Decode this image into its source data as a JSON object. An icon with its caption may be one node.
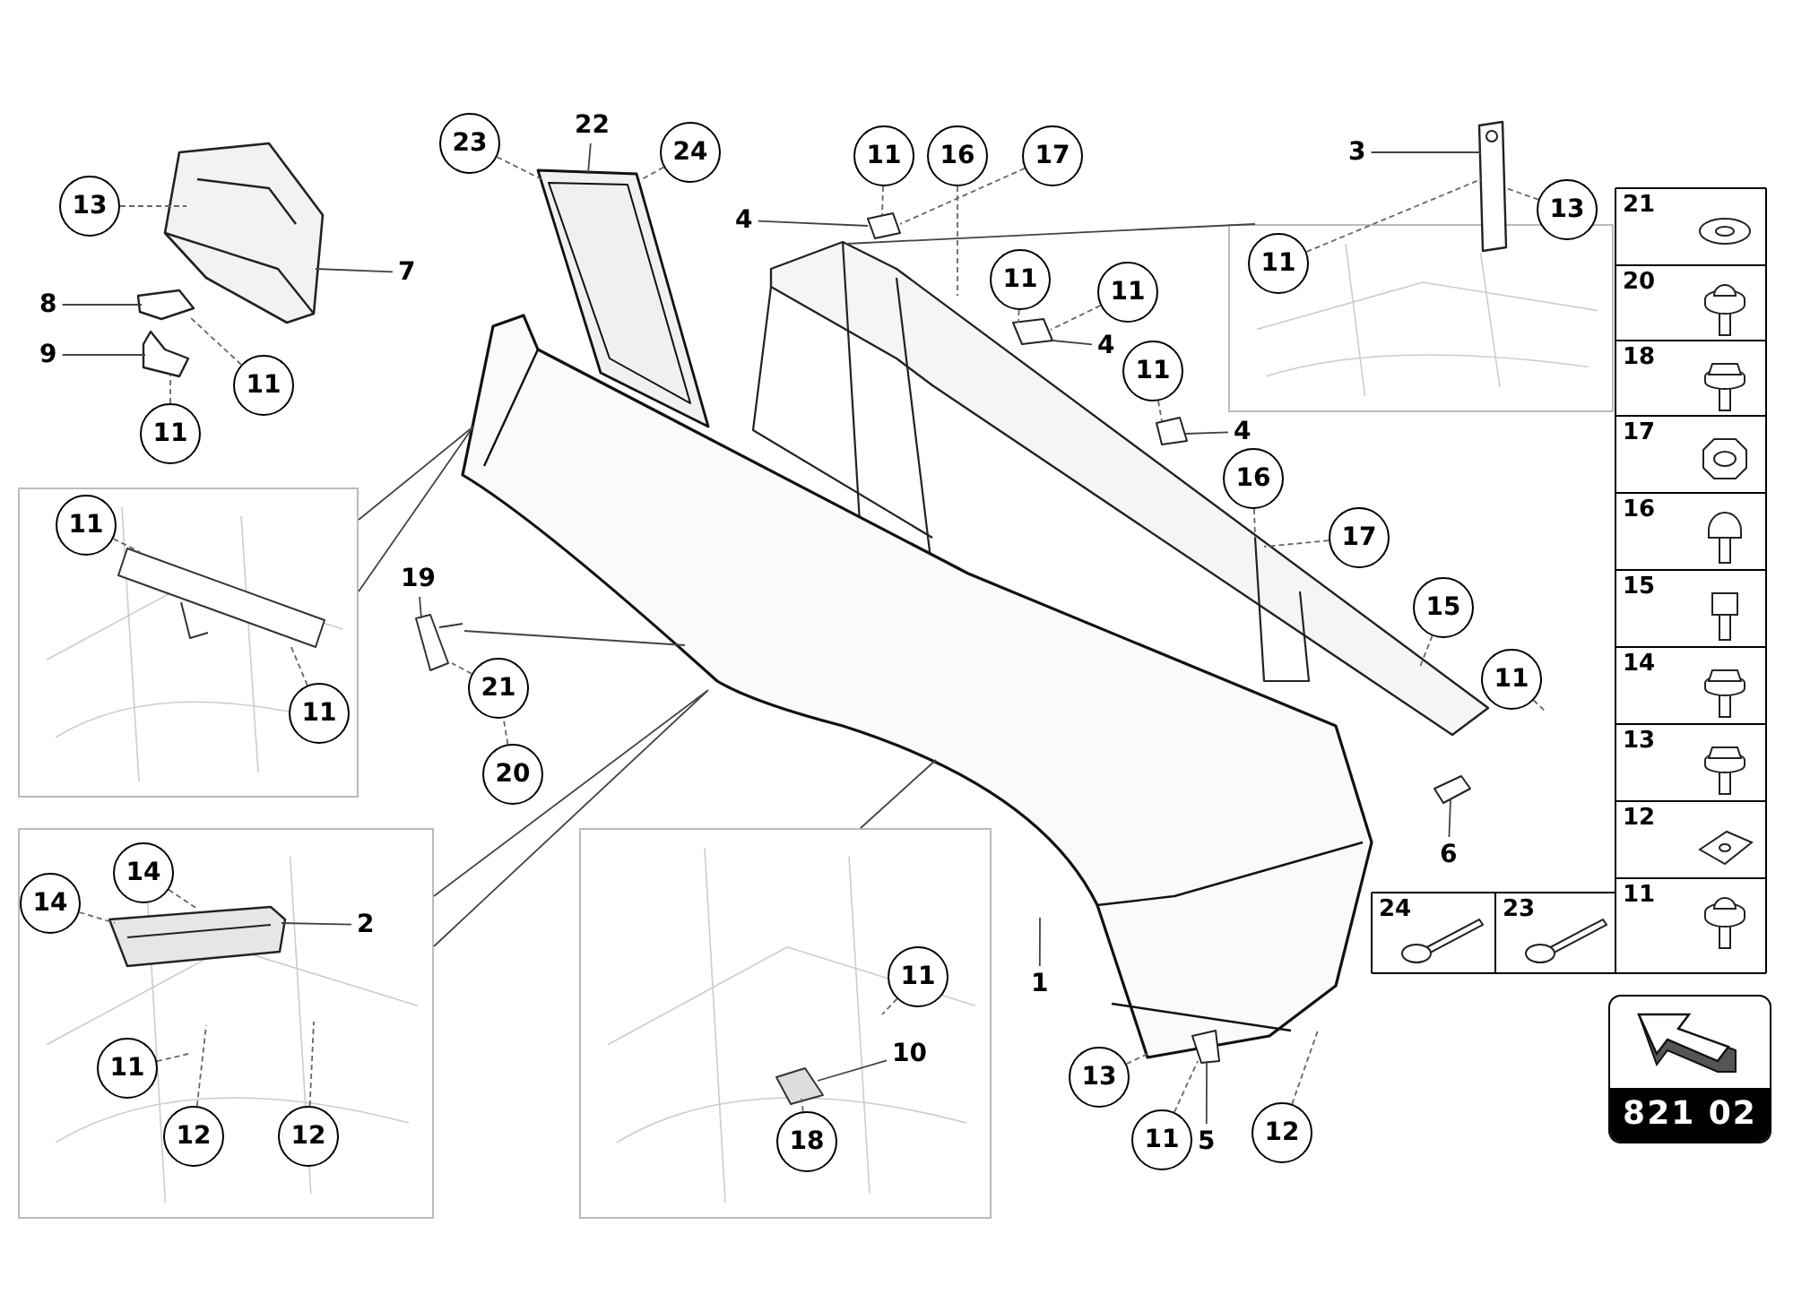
{
  "diagram": {
    "nodes": [
      {
        "text": [
          "13"
        ]
      },
      {
        "text": [
          "7"
        ]
      },
      {
        "text": [
          "8"
        ]
      },
      {
        "text": [
          "9"
        ]
      },
      {
        "text": [
          "11"
        ]
      },
      {
        "text": [
          "11"
        ]
      },
      {
        "text": [
          "23"
        ]
      },
      {
        "text": [
          "22"
        ]
      },
      {
        "text": [
          "24"
        ]
      },
      {
        "text": [
          "11"
        ]
      },
      {
        "text": [
          "16"
        ]
      },
      {
        "text": [
          "17"
        ]
      },
      {
        "text": [
          "4"
        ]
      },
      {
        "text": [
          "11"
        ]
      },
      {
        "text": [
          "11"
        ]
      },
      {
        "text": [
          "4"
        ]
      },
      {
        "text": [
          "11"
        ]
      },
      {
        "text": [
          "4"
        ]
      },
      {
        "text": [
          "16"
        ]
      },
      {
        "text": [
          "17"
        ]
      },
      {
        "text": [
          "3"
        ]
      },
      {
        "text": [
          "13"
        ]
      },
      {
        "text": [
          "11"
        ],
        "in": 55
      },
      {
        "text": [
          "15"
        ]
      },
      {
        "text": [
          "11"
        ]
      },
      {
        "text": [
          "6"
        ]
      },
      {
        "text": [
          "11"
        ],
        "in": 56
      },
      {
        "text": [
          "11"
        ],
        "in": 56
      },
      {
        "text": [
          "19"
        ]
      },
      {
        "text": [
          "21"
        ]
      },
      {
        "text": [
          "20"
        ]
      },
      {
        "text": [
          "14"
        ],
        "in": 59
      },
      {
        "text": [
          "14"
        ],
        "in": 59
      },
      {
        "text": [
          "2"
        ],
        "in": 59
      },
      {
        "text": [
          "11"
        ],
        "in": 59
      },
      {
        "text": [
          "12"
        ],
        "in": 59
      },
      {
        "text": [
          "12"
        ],
        "in": 59
      },
      {
        "text": [
          "11"
        ],
        "in": 61
      },
      {
        "text": [
          "10"
        ],
        "in": 61
      },
      {
        "text": [
          "18"
        ],
        "in": 61
      },
      {
        "text": [
          "1"
        ]
      },
      {
        "text": [
          "13"
        ]
      },
      {
        "text": [
          "11"
        ]
      },
      {
        "text": [
          "5"
        ]
      },
      {
        "text": [
          "12"
        ]
      },
      {
        "text": [],
        "shape": "picture"
      },
      {
        "text": [],
        "shape": "picture"
      },
      {
        "text": [],
        "shape": "picture"
      },
      {
        "text": [],
        "shape": "picture"
      },
      {
        "text": [],
        "shape": "picture"
      },
      {
        "text": [],
        "shape": "picture"
      },
      {
        "text": [],
        "shape": "picture"
      },
      {
        "text": [],
        "shape": "picture"
      },
      {
        "text": [],
        "shape": "picture"
      },
      {
        "text": [],
        "shape": "picture"
      },
      {
        "text": [],
        "shape": "picture"
      },
      {
        "text": [],
        "shape": "picture"
      },
      {
        "text": [],
        "shape": "picture",
        "in": 56
      },
      {
        "text": [],
        "shape": "picture"
      },
      {
        "text": [],
        "shape": "picture"
      },
      {
        "text": [],
        "shape": "picture",
        "in": 59
      },
      {
        "text": [],
        "shape": "picture"
      },
      {
        "text": [],
        "shape": "picture",
        "in": 61
      },
      {
        "text": [],
        "shape": "picture"
      },
      {
        "text": [],
        "shape": "picture"
      }
    ],
    "edges": [
      {
        "from": 0,
        "to": 45,
        "arrow": "none",
        "style": "dashed"
      },
      {
        "from": 1,
        "to": 45,
        "arrow": "none"
      },
      {
        "from": 2,
        "to": 46,
        "arrow": "none"
      },
      {
        "from": 3,
        "to": 47,
        "arrow": "none"
      },
      {
        "from": 4,
        "to": 46,
        "arrow": "none",
        "style": "dashed"
      },
      {
        "from": 5,
        "to": 47,
        "arrow": "none",
        "style": "dashed"
      },
      {
        "from": 6,
        "to": 48,
        "arrow": "none",
        "style": "dashed"
      },
      {
        "from": 7,
        "to": 48,
        "arrow": "none"
      },
      {
        "from": 8,
        "to": 48,
        "arrow": "none",
        "style": "dashed"
      },
      {
        "from": 9,
        "to": 50,
        "arrow": "none",
        "style": "dashed"
      },
      {
        "from": 10,
        "to": 49,
        "arrow": "none",
        "style": "dashed"
      },
      {
        "from": 11,
        "to": 50,
        "arrow": "none",
        "style": "dashed"
      },
      {
        "from": 12,
        "to": 50,
        "arrow": "none"
      },
      {
        "from": 13,
        "to": 51,
        "arrow": "none",
        "style": "dashed"
      },
      {
        "from": 14,
        "to": 51,
        "arrow": "none",
        "style": "dashed"
      },
      {
        "from": 15,
        "to": 51,
        "arrow": "none"
      },
      {
        "from": 16,
        "to": 52,
        "arrow": "none",
        "style": "dashed"
      },
      {
        "from": 17,
        "to": 52,
        "arrow": "none"
      },
      {
        "from": 18,
        "to": 49,
        "arrow": "none",
        "style": "dashed"
      },
      {
        "from": 19,
        "to": 49,
        "arrow": "none",
        "style": "dashed"
      },
      {
        "from": 20,
        "to": 54,
        "arrow": "none"
      },
      {
        "from": 21,
        "to": 54,
        "arrow": "none",
        "style": "dashed"
      },
      {
        "from": 22,
        "to": 54,
        "arrow": "none",
        "style": "dashed"
      },
      {
        "from": 23,
        "to": 49,
        "arrow": "none",
        "style": "dashed"
      },
      {
        "from": 24,
        "to": null,
        "arrow": "none",
        "style": "dashed"
      },
      {
        "from": 25,
        "to": 63,
        "arrow": "none"
      },
      {
        "from": 26,
        "to": 57,
        "arrow": "none",
        "style": "dashed"
      },
      {
        "from": 27,
        "to": 57,
        "arrow": "none",
        "style": "dashed"
      },
      {
        "from": 28,
        "to": 58,
        "arrow": "none"
      },
      {
        "from": 29,
        "to": 58,
        "arrow": "none",
        "style": "dashed"
      },
      {
        "from": 30,
        "to": 29,
        "arrow": "none",
        "style": "dashed"
      },
      {
        "from": 31,
        "to": 60,
        "arrow": "none",
        "style": "dashed"
      },
      {
        "from": 32,
        "to": 60,
        "arrow": "none",
        "style": "dashed"
      },
      {
        "from": 33,
        "to": 60,
        "arrow": "none"
      },
      {
        "from": 34,
        "to": null,
        "arrow": "none",
        "style": "dashed"
      },
      {
        "from": 35,
        "to": null,
        "arrow": "none",
        "style": "dashed"
      },
      {
        "from": 36,
        "to": null,
        "arrow": "none",
        "style": "dashed"
      },
      {
        "from": 37,
        "to": null,
        "arrow": "none",
        "style": "dashed"
      },
      {
        "from": 38,
        "to": 62,
        "arrow": "none"
      },
      {
        "from": 39,
        "to": 62,
        "arrow": "none",
        "style": "dashed"
      },
      {
        "from": 40,
        "to": 53,
        "arrow": "none"
      },
      {
        "from": 41,
        "to": 53,
        "arrow": "none",
        "style": "dashed"
      },
      {
        "from": 42,
        "to": 64,
        "arrow": "none",
        "style": "dashed"
      },
      {
        "from": 43,
        "to": 64,
        "arrow": "none"
      },
      {
        "from": 44,
        "to": 53,
        "arrow": "none",
        "style": "dashed"
      },
      {
        "from": 56,
        "to": 53,
        "arrow": "none"
      },
      {
        "from": 59,
        "to": 53,
        "arrow": "none"
      },
      {
        "from": 61,
        "to": 53,
        "arrow": "none"
      },
      {
        "from": 58,
        "to": 53,
        "arrow": "none"
      },
      {
        "from": 55,
        "to": 49,
        "arrow": "none"
      }
    ],
    "labels": [
      "21",
      "20",
      "18",
      "17",
      "16",
      "15",
      "14",
      "13",
      "12",
      "24",
      "23",
      "11",
      "821 02"
    ]
  }
}
